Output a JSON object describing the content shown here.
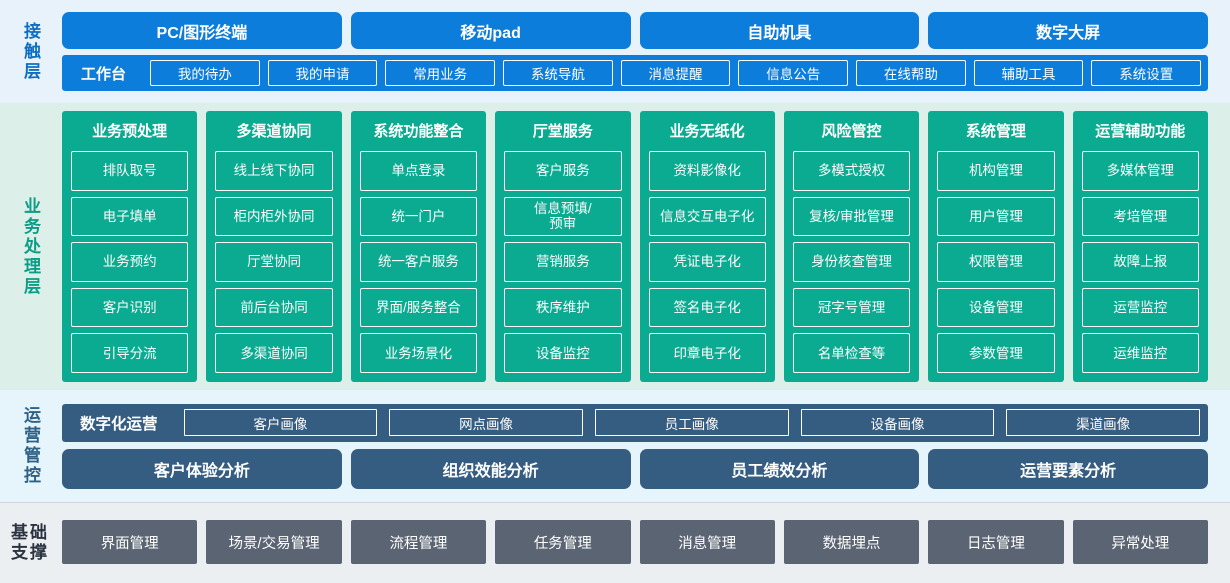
{
  "layers": [
    {
      "id": "contact",
      "label": "接触层",
      "accent": "#0d7ddb",
      "channels": [
        "PC/图形终端",
        "移动pad",
        "自助机具",
        "数字大屏"
      ],
      "workbench": {
        "title": "工作台",
        "items": [
          "我的待办",
          "我的申请",
          "常用业务",
          "系统导航",
          "消息提醒",
          "信息公告",
          "在线帮助",
          "辅助工具",
          "系统设置"
        ]
      }
    },
    {
      "id": "business",
      "label": "业务处理层",
      "accent": "#0aab90",
      "columns": [
        {
          "title": "业务预处理",
          "items": [
            "排队取号",
            "电子填单",
            "业务预约",
            "客户识别",
            "引导分流"
          ]
        },
        {
          "title": "多渠道协同",
          "items": [
            "线上线下协同",
            "柜内柜外协同",
            "厅堂协同",
            "前后台协同",
            "多渠道协同"
          ]
        },
        {
          "title": "系统功能整合",
          "items": [
            "单点登录",
            "统一门户",
            "统一客户服务",
            "界面/服务整合",
            "业务场景化"
          ]
        },
        {
          "title": "厅堂服务",
          "items": [
            "客户服务",
            "信息预填/\n预审",
            "营销服务",
            "秩序维护",
            "设备监控"
          ]
        },
        {
          "title": "业务无纸化",
          "items": [
            "资料影像化",
            "信息交互电子化",
            "凭证电子化",
            "签名电子化",
            "印章电子化"
          ]
        },
        {
          "title": "风险管控",
          "items": [
            "多模式授权",
            "复核/审批管理",
            "身份核查管理",
            "冠字号管理",
            "名单检查等"
          ]
        },
        {
          "title": "系统管理",
          "items": [
            "机构管理",
            "用户管理",
            "权限管理",
            "设备管理",
            "参数管理"
          ]
        },
        {
          "title": "运营辅助功能",
          "items": [
            "多媒体管理",
            "考培管理",
            "故障上报",
            "运营监控",
            "运维监控"
          ]
        }
      ]
    },
    {
      "id": "operations",
      "label": "运营管控",
      "accent": "#355d82",
      "portrait": {
        "title": "数字化运营",
        "items": [
          "客户画像",
          "网点画像",
          "员工画像",
          "设备画像",
          "渠道画像"
        ]
      },
      "analysis": [
        "客户体验分析",
        "组织效能分析",
        "员工绩效分析",
        "运营要素分析"
      ]
    },
    {
      "id": "foundation",
      "label": "基础\n支撑",
      "accent": "#5b6473",
      "items": [
        "界面管理",
        "场景/交易管理",
        "流程管理",
        "任务管理",
        "消息管理",
        "数据埋点",
        "日志管理",
        "异常处理"
      ]
    }
  ]
}
